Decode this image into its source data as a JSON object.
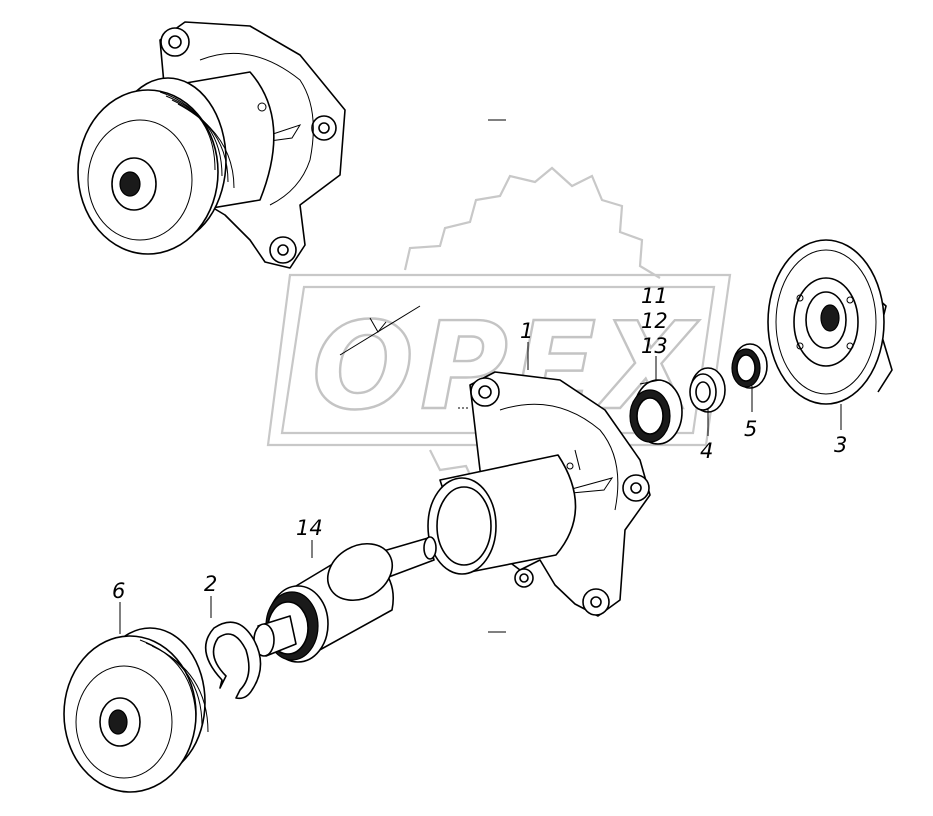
{
  "watermark": {
    "text": "OPEX"
  },
  "labels": {
    "p1": "1",
    "p2": "2",
    "p3": "3",
    "p4": "4",
    "p5": "5",
    "p6": "6",
    "p11": "11",
    "p12": "12",
    "p13": "13",
    "p14": "14"
  }
}
